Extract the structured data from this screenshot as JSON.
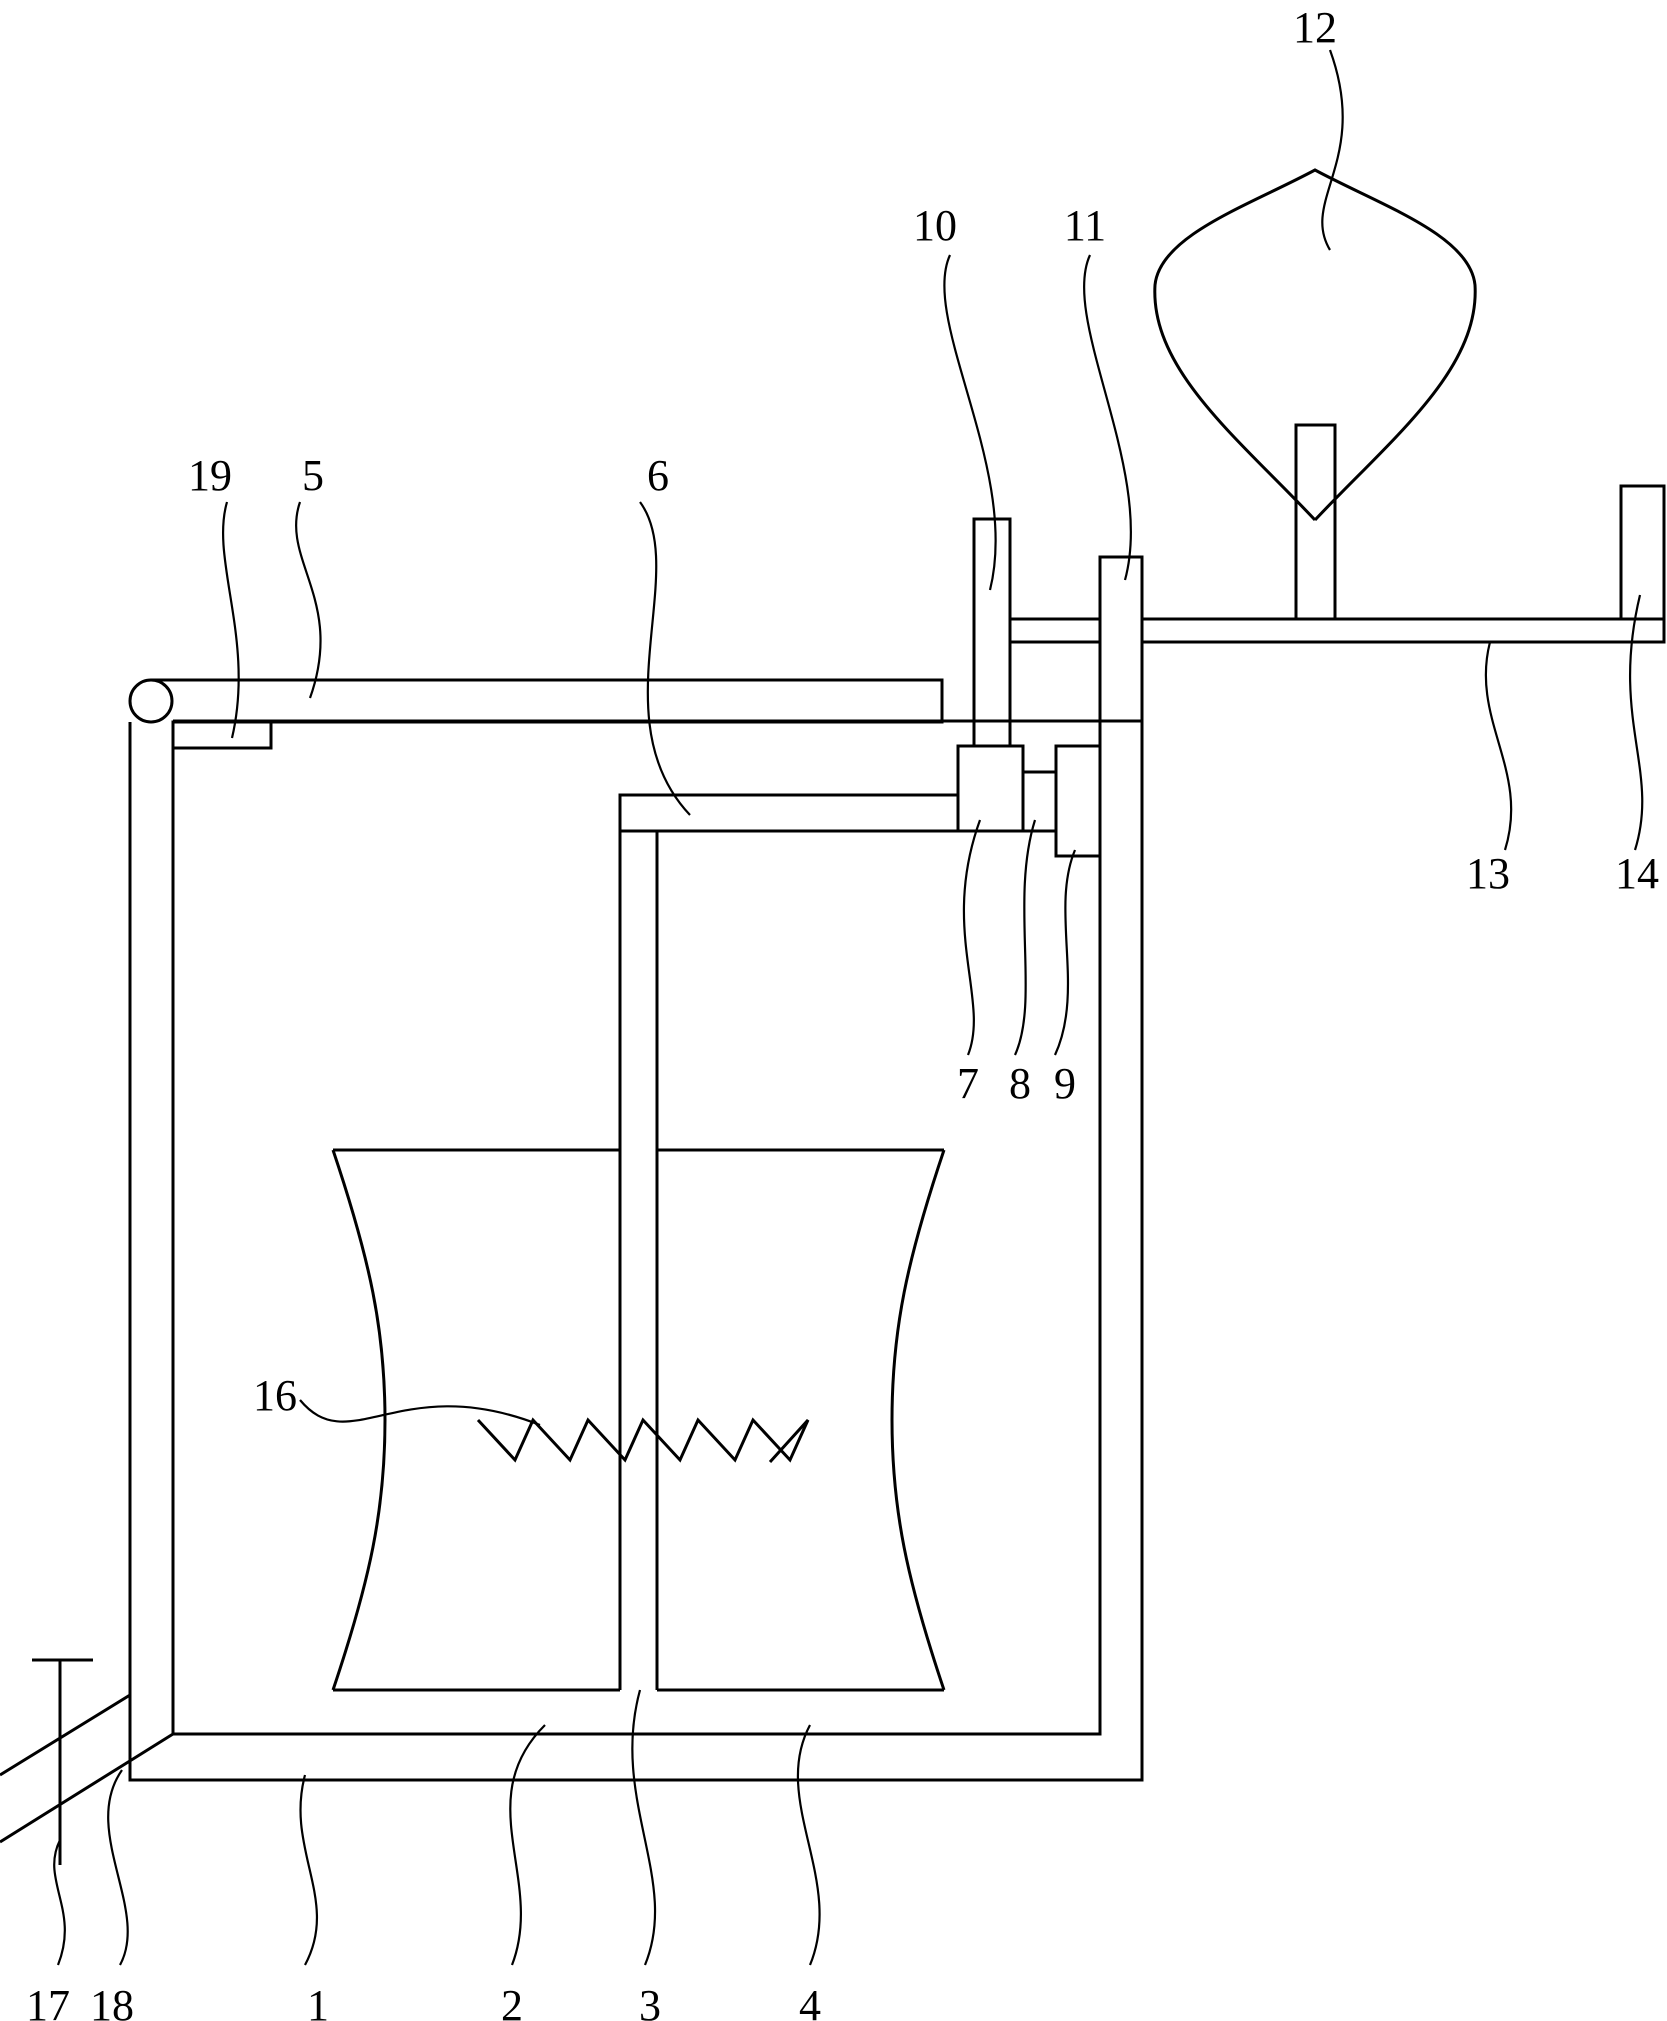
{
  "labels": {
    "l1": "1",
    "l2": "2",
    "l3": "3",
    "l4": "4",
    "l5": "5",
    "l6": "6",
    "l7": "7",
    "l8": "8",
    "l9": "9",
    "l10": "10",
    "l11": "11",
    "l12": "12",
    "l13": "13",
    "l14": "14",
    "l16": "16",
    "l17": "17",
    "l18": "18",
    "l19": "19"
  }
}
